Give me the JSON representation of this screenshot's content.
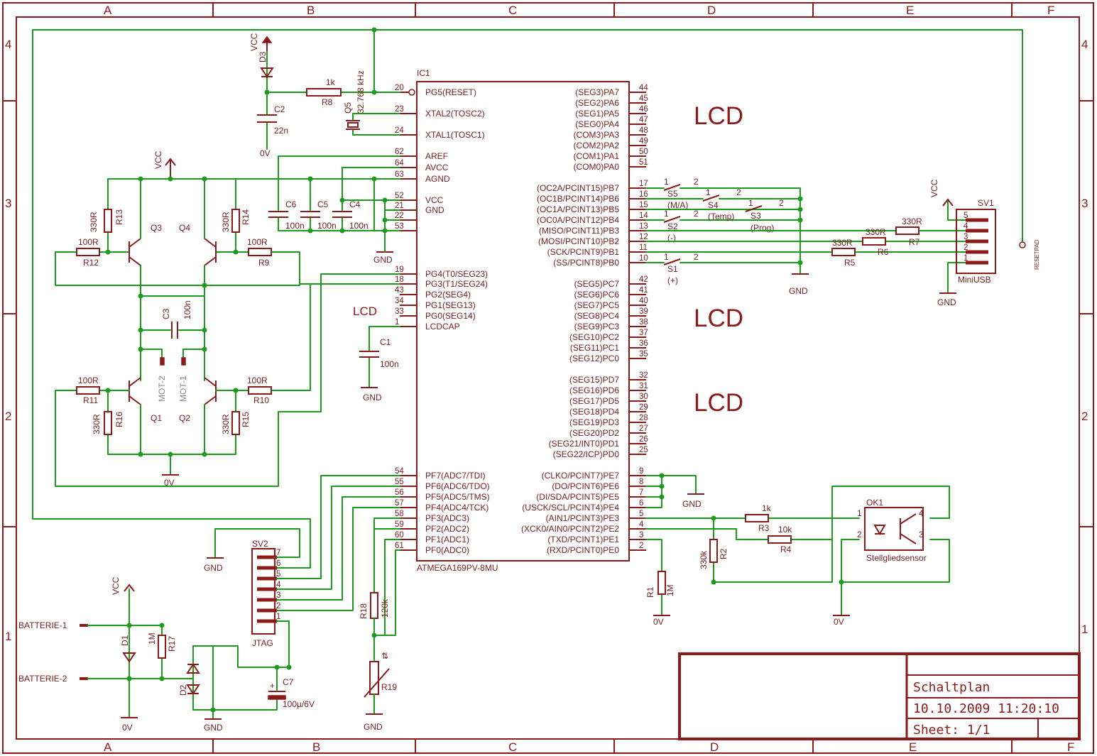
{
  "frame": {
    "cols": [
      "A",
      "B",
      "C",
      "D",
      "E",
      "F"
    ],
    "rows": [
      "4",
      "3",
      "2",
      "1"
    ]
  },
  "title_block": {
    "title": "Schaltplan",
    "date": "10.10.2009 11:20:10",
    "sheet": "Sheet: 1/1"
  },
  "mcu": {
    "name": "IC1",
    "part": "ATMEGA169PV-8MU",
    "left_pins": [
      {
        "num": "20",
        "name": "PG5(RESET)"
      },
      {
        "num": "23",
        "name": "XTAL2(TOSC2)"
      },
      {
        "num": "24",
        "name": "XTAL1(TOSC1)"
      },
      {
        "num": "62",
        "name": "AREF"
      },
      {
        "num": "64",
        "name": "AVCC"
      },
      {
        "num": "63",
        "name": "AGND"
      },
      {
        "num": "52",
        "name": "VCC"
      },
      {
        "num": "21",
        "name": "GND"
      },
      {
        "num": "22",
        "name": ""
      },
      {
        "num": "53",
        "name": ""
      },
      {
        "num": "19",
        "name": "PG4(T0/SEG23)"
      },
      {
        "num": "18",
        "name": "PG3(T1/SEG24)"
      },
      {
        "num": "43",
        "name": "PG2(SEG4)"
      },
      {
        "num": "34",
        "name": "PG1(SEG13)"
      },
      {
        "num": "33",
        "name": "PG0(SEG14)"
      },
      {
        "num": "1",
        "name": "LCDCAP"
      },
      {
        "num": "54",
        "name": "PF7(ADC7/TDI)"
      },
      {
        "num": "55",
        "name": "PF6(ADC6/TDO)"
      },
      {
        "num": "56",
        "name": "PF5(ADC5/TMS)"
      },
      {
        "num": "57",
        "name": "PF4(ADC4/TCK)"
      },
      {
        "num": "58",
        "name": "PF3(ADC3)"
      },
      {
        "num": "59",
        "name": "PF2(ADC2)"
      },
      {
        "num": "60",
        "name": "PF1(ADC1)"
      },
      {
        "num": "61",
        "name": "PF0(ADC0)"
      }
    ],
    "right_pins": [
      {
        "num": "44",
        "name": "(SEG3)PA7"
      },
      {
        "num": "45",
        "name": "(SEG2)PA6"
      },
      {
        "num": "46",
        "name": "(SEG1)PA5"
      },
      {
        "num": "47",
        "name": "(SEG0)PA4"
      },
      {
        "num": "48",
        "name": "(COM3)PA3"
      },
      {
        "num": "49",
        "name": "(COM2)PA2"
      },
      {
        "num": "50",
        "name": "(COM1)PA1"
      },
      {
        "num": "51",
        "name": "(COM0)PA0"
      },
      {
        "num": "17",
        "name": "(OC2A/PCINT15)PB7"
      },
      {
        "num": "16",
        "name": "(OC1B/PCINT14)PB6"
      },
      {
        "num": "15",
        "name": "(OC1A/PCINT13)PB5"
      },
      {
        "num": "14",
        "name": "(OC0A/PCINT12)PB4"
      },
      {
        "num": "13",
        "name": "(MISO/PCINT11)PB3"
      },
      {
        "num": "12",
        "name": "(MOSI/PCINT10)PB2"
      },
      {
        "num": "11",
        "name": "(SCK/PCINT9)PB1"
      },
      {
        "num": "10",
        "name": "(SS/PCINT8)PB0"
      },
      {
        "num": "42",
        "name": "(SEG5)PC7"
      },
      {
        "num": "41",
        "name": "(SEG6)PC6"
      },
      {
        "num": "40",
        "name": "(SEG7)PC5"
      },
      {
        "num": "39",
        "name": "(SEG8)PC4"
      },
      {
        "num": "38",
        "name": "(SEG9)PC3"
      },
      {
        "num": "37",
        "name": "(SEG10)PC2"
      },
      {
        "num": "36",
        "name": "(SEG11)PC1"
      },
      {
        "num": "35",
        "name": "(SEG12)PC0"
      },
      {
        "num": "32",
        "name": "(SEG15)PD7"
      },
      {
        "num": "31",
        "name": "(SEG16)PD6"
      },
      {
        "num": "30",
        "name": "(SEG17)PD5"
      },
      {
        "num": "29",
        "name": "(SEG18)PD4"
      },
      {
        "num": "28",
        "name": "(SEG19)PD3"
      },
      {
        "num": "27",
        "name": "(SEG20)PD2"
      },
      {
        "num": "26",
        "name": "(SEG21/INT0)PD1"
      },
      {
        "num": "25",
        "name": "(SEG22/ICP)PD0"
      },
      {
        "num": "9",
        "name": "(CLKO/PCINT7)PE7"
      },
      {
        "num": "8",
        "name": "(DO/PCINT6)PE6"
      },
      {
        "num": "7",
        "name": "(DI/SDA/PCINT5)PE5"
      },
      {
        "num": "6",
        "name": "(USCK/SCL/PCINT4)PE4"
      },
      {
        "num": "5",
        "name": "(AIN1/PCINT3)PE3"
      },
      {
        "num": "4",
        "name": "(XCK0/AIN0/PCINT2)PE2"
      },
      {
        "num": "3",
        "name": "(TXD/PCINT1)PE1"
      },
      {
        "num": "2",
        "name": "(RXD/PCINT0)PE0"
      }
    ]
  },
  "lcd": {
    "big1": "LCD",
    "big2": "LCD",
    "big3": "LCD",
    "small": "LCD"
  },
  "labels": {
    "vcc": "VCC",
    "gnd": "GND",
    "zero_v": "0V",
    "d3": "D3",
    "r8": "R8",
    "r8_val": "1k",
    "c2": "C2",
    "c2_val": "22n",
    "q5": "Q5",
    "q5_val": "32.768 kHz",
    "c6": "C6",
    "c5": "C5",
    "c4": "C4",
    "c_val": "100n",
    "c1": "C1",
    "c1_val": "100n",
    "r13": "R13",
    "r14": "R14",
    "r15": "R15",
    "r16": "R16",
    "r_330": "330R",
    "r12": "R12",
    "r9": "R9",
    "r11": "R11",
    "r10": "R10",
    "r_100": "100R",
    "q1": "Q1",
    "q2": "Q2",
    "q3": "Q3",
    "q4": "Q4",
    "c3": "C3",
    "c3_val": "100n",
    "mot1": "MOT-1",
    "mot2": "MOT-2",
    "s1": "S1",
    "s1_note": "(+)",
    "s2": "S2",
    "s2_note": "(-)",
    "s3": "S3",
    "s3_note": "(Prog)",
    "s4": "S4",
    "s4_note": "(Temp)",
    "s5": "S5",
    "s5_note": "(M/A)",
    "sw1": "1",
    "sw2": "2",
    "r5": "R5",
    "r6": "R6",
    "r7": "R7",
    "sv1": "SV1",
    "sv1_part": "MiniUSB",
    "resetpad": "RESETPAD",
    "sv2": "SV2",
    "jtag": "JTAG",
    "r18": "R18",
    "r18_val": "120k",
    "r19": "R19",
    "r1": "R1",
    "r1_val": "1M",
    "r2": "R2",
    "r2_val": "330k",
    "r3": "R3",
    "r3_val": "1k",
    "r4": "R4",
    "r4_val": "10k",
    "ok1": "OK1",
    "ok1_part": "Stellgliedsensor",
    "bat1": "BATTERIE-1",
    "bat2": "BATTERIE-2",
    "d1": "D1",
    "d2": "D2",
    "r17": "R17",
    "r17_val": "1M",
    "c7": "C7",
    "c7_val": "100µ/6V",
    "con_pins": [
      "1",
      "2",
      "3",
      "4",
      "5",
      "6",
      "7"
    ]
  }
}
